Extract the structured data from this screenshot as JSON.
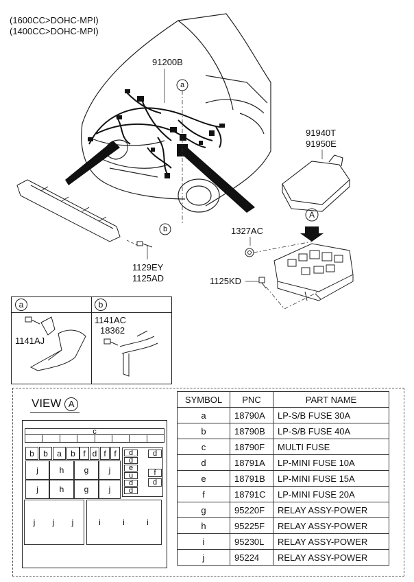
{
  "header": {
    "line1": "(1600CC>DOHC-MPI)",
    "line2": "(1400CC>DOHC-MPI)"
  },
  "callouts": {
    "harness": "91200B",
    "junction_box_1": "91940T",
    "junction_box_2": "91950E",
    "bolt_a": "1129EY",
    "bolt_b": "1125AD",
    "nut": "1327AC",
    "bolt_c": "1125KD",
    "marker_a": "a",
    "marker_b": "b",
    "marker_A": "A"
  },
  "detail_a": {
    "tag": "a",
    "part": "1141AJ"
  },
  "detail_b": {
    "tag": "b",
    "part1": "1141AC",
    "part2": "18362"
  },
  "view": {
    "title": "VIEW",
    "marker": "A",
    "top_label": "c",
    "row1": [
      "b",
      "b",
      "a",
      "b",
      "f",
      "d",
      "f",
      "f"
    ],
    "right_col": [
      "d",
      "d",
      "d",
      "e",
      "u",
      "f",
      "d",
      "d",
      "d"
    ],
    "relays_row1": [
      "j",
      "h",
      "g",
      "j"
    ],
    "relays_row2": [
      "j",
      "h",
      "g",
      "j"
    ],
    "relays_bottom_left": [
      "j",
      "j",
      "j"
    ],
    "relays_bottom_right": [
      "i",
      "i",
      "i"
    ]
  },
  "table": {
    "headers": [
      "SYMBOL",
      "PNC",
      "PART NAME"
    ],
    "rows": [
      [
        "a",
        "18790A",
        "LP-S/B FUSE 30A"
      ],
      [
        "b",
        "18790B",
        "LP-S/B FUSE 40A"
      ],
      [
        "c",
        "18790F",
        "MULTI FUSE"
      ],
      [
        "d",
        "18791A",
        "LP-MINI FUSE 10A"
      ],
      [
        "e",
        "18791B",
        "LP-MINI FUSE 15A"
      ],
      [
        "f",
        "18791C",
        "LP-MINI FUSE 20A"
      ],
      [
        "g",
        "95220F",
        "RELAY ASSY-POWER"
      ],
      [
        "h",
        "95225F",
        "RELAY ASSY-POWER"
      ],
      [
        "i",
        "95230L",
        "RELAY ASSY-POWER"
      ],
      [
        "j",
        "95224",
        "RELAY ASSY-POWER"
      ]
    ]
  }
}
